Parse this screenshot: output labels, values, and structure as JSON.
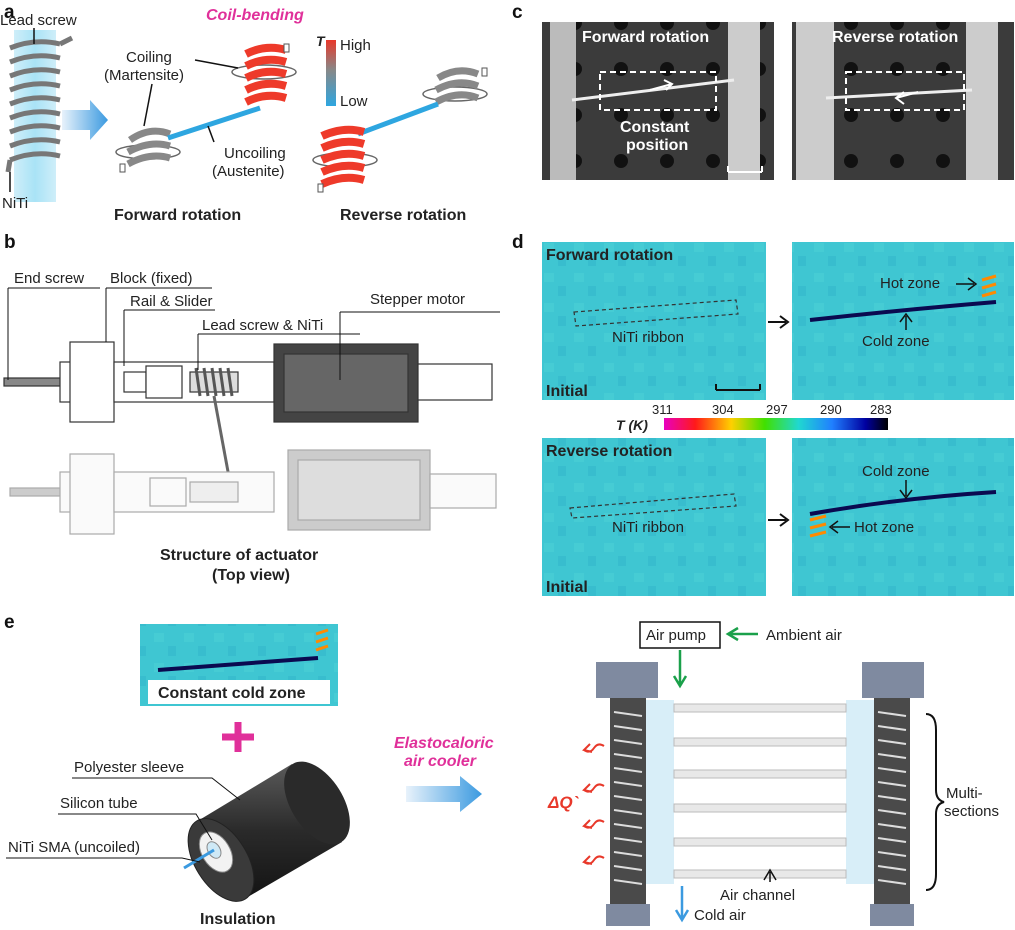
{
  "panels": {
    "a": "a",
    "b": "b",
    "c": "c",
    "d": "d",
    "e": "e"
  },
  "a": {
    "lead_screw": "Lead  screw",
    "niti": "NiTi",
    "title": "Coil-bending",
    "coiling_1": "Coiling",
    "coiling_2": "(Martensite)",
    "uncoiling_1": "Uncoiling",
    "uncoiling_2": "(Austenite)",
    "t_symbol": "T",
    "t_high": "High",
    "t_low": "Low",
    "forward": "Forward rotation",
    "reverse": "Reverse rotation"
  },
  "b": {
    "end_screw": "End screw",
    "block": "Block (fixed)",
    "rail": "Rail & Slider",
    "lead": "Lead screw & NiTi",
    "motor": "Stepper motor",
    "caption_1": "Structure of actuator",
    "caption_2": "(Top view)"
  },
  "c": {
    "forward": "Forward rotation",
    "reverse": "Reverse rotation",
    "constant_1": "Constant",
    "constant_2": "position"
  },
  "d": {
    "forward": "Forward rotation",
    "reverse": "Reverse rotation",
    "niti_ribbon": "NiTi ribbon",
    "initial": "Initial",
    "hot_zone": "Hot zone",
    "cold_zone": "Cold zone",
    "t_label": "T (K)",
    "ticks": [
      "311",
      "304",
      "297",
      "290",
      "283"
    ]
  },
  "e": {
    "constant_cold": "Constant cold zone",
    "polyester": "Polyester sleeve",
    "silicon": "Silicon tube",
    "niti_sma": "NiTi SMA (uncoiled)",
    "insulation": "Insulation",
    "cooler_1": "Elastocaloric",
    "cooler_2": "air cooler",
    "air_pump": "Air pump",
    "ambient": "Ambient air",
    "delta_q": "ΔQ`",
    "multi_1": "Multi-",
    "multi_2": "sections",
    "air_channel": "Air channel",
    "cold_air": "Cold air"
  },
  "colors": {
    "accent_pink": "#e0309a",
    "hot_red": "#ee3a2a",
    "cold_blue": "#2ea6e0",
    "thermal_bg": "#38c8d0",
    "green_arrow": "#1aa04a"
  }
}
